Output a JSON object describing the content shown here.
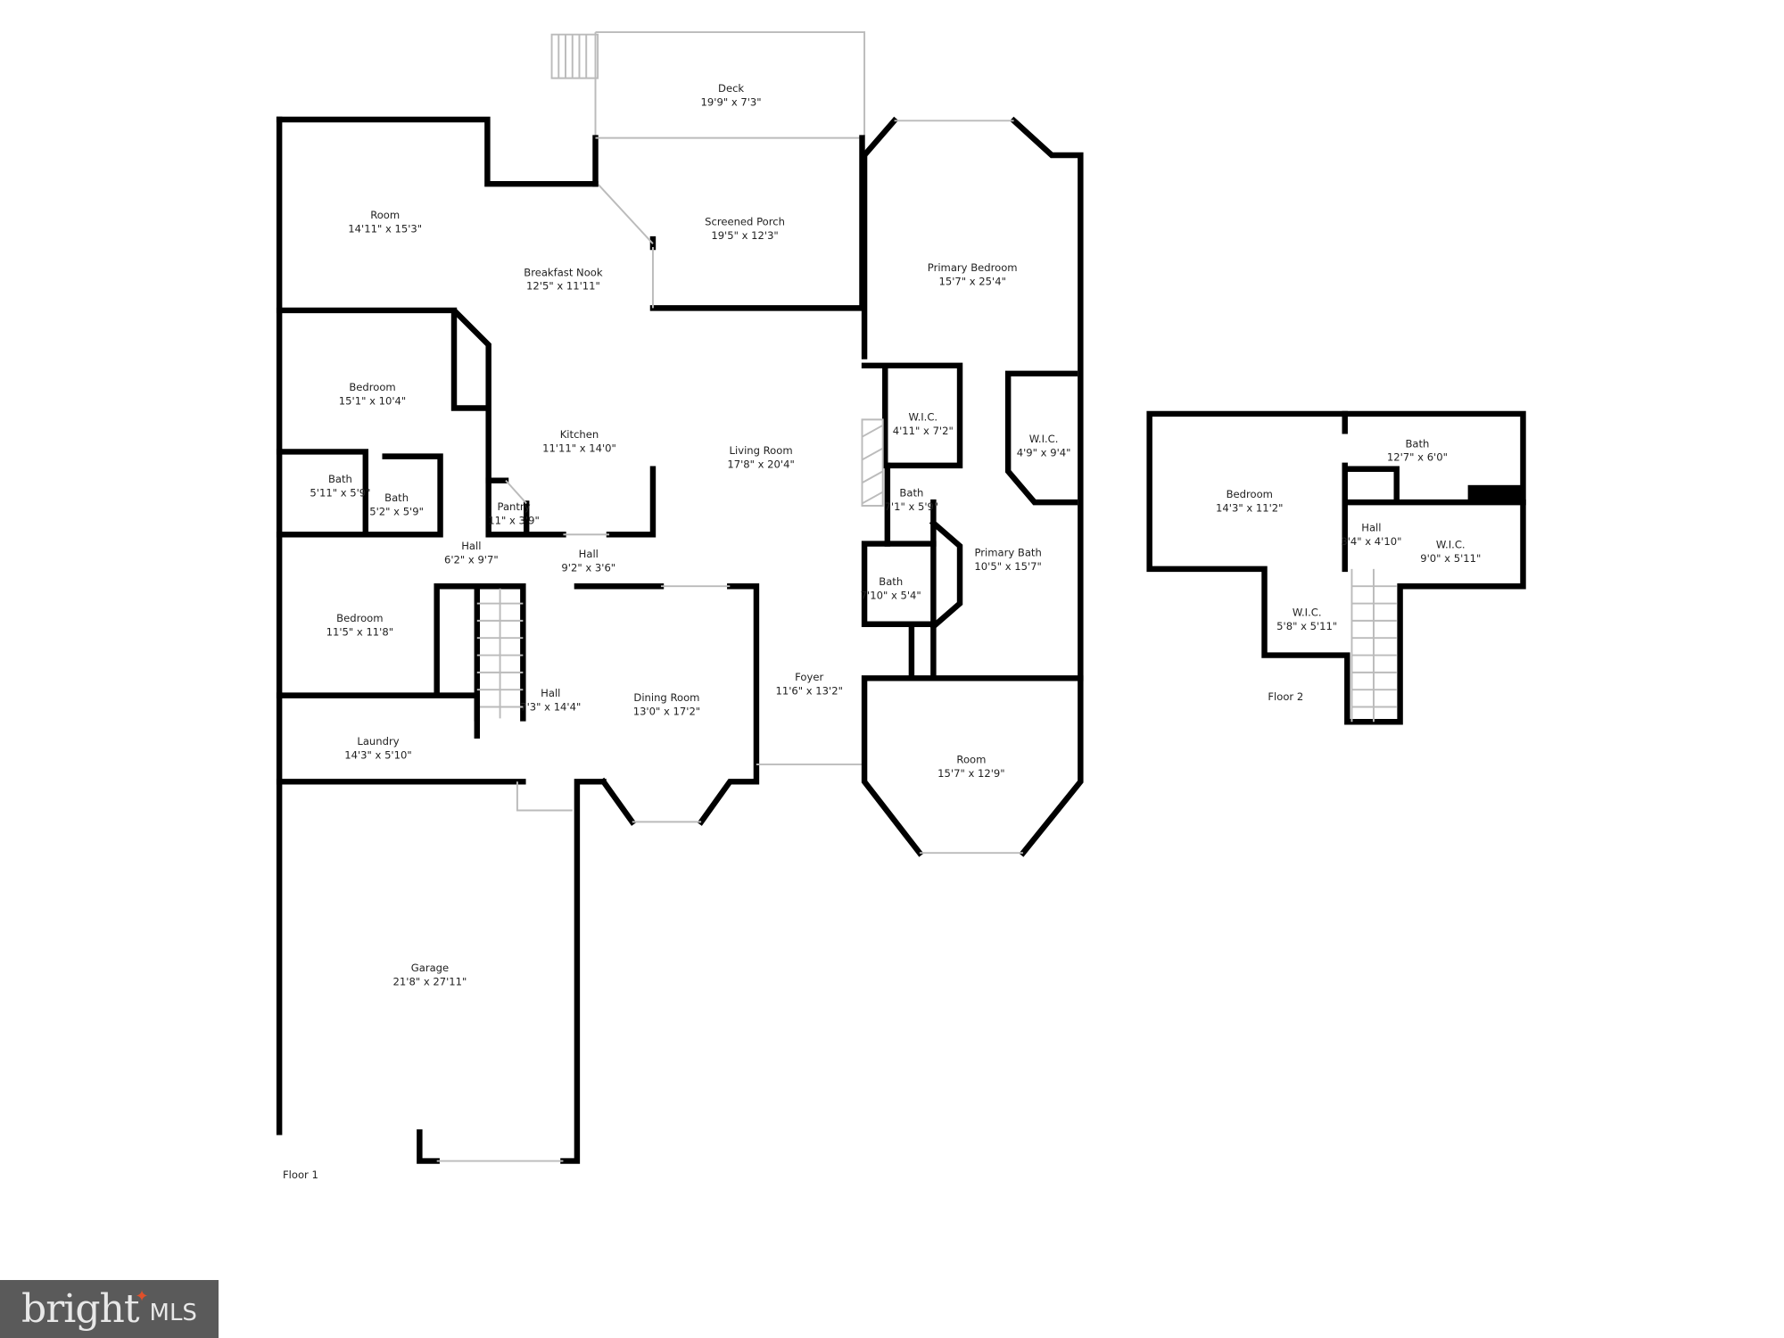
{
  "floor1": {
    "label": "Floor 1",
    "rooms": [
      {
        "name": "Deck",
        "dims": "19'9\" x 7'3\""
      },
      {
        "name": "Room",
        "dims": "14'11\" x 15'3\""
      },
      {
        "name": "Screened Porch",
        "dims": "19'5\" x 12'3\""
      },
      {
        "name": "Breakfast Nook",
        "dims": "12'5\" x 11'11\""
      },
      {
        "name": "Primary Bedroom",
        "dims": "15'7\" x 25'4\""
      },
      {
        "name": "Bedroom",
        "dims": "15'1\" x 10'4\""
      },
      {
        "name": "Kitchen",
        "dims": "11'11\" x 14'0\""
      },
      {
        "name": "Living Room",
        "dims": "17'8\" x 20'4\""
      },
      {
        "name": "W.I.C.",
        "dims": "4'11\" x 7'2\""
      },
      {
        "name": "W.I.C.",
        "dims": "4'9\" x 9'4\""
      },
      {
        "name": "Bath",
        "dims": "5'11\" x 5'9\""
      },
      {
        "name": "Bath",
        "dims": "5'2\" x 5'9\""
      },
      {
        "name": "Pantry",
        "dims": "11\" x 3'9\""
      },
      {
        "name": "Bath",
        "dims": "7'1\" x 5'9\""
      },
      {
        "name": "Hall",
        "dims": "6'2\" x 9'7\""
      },
      {
        "name": "Hall",
        "dims": "9'2\" x 3'6\""
      },
      {
        "name": "Primary Bath",
        "dims": "10'5\" x 15'7\""
      },
      {
        "name": "Bath",
        "dims": "7'10\" x 5'4\""
      },
      {
        "name": "Bedroom",
        "dims": "11'5\" x 11'8\""
      },
      {
        "name": "Foyer",
        "dims": "11'6\" x 13'2\""
      },
      {
        "name": "Hall",
        "dims": "7'3\" x 14'4\""
      },
      {
        "name": "Dining Room",
        "dims": "13'0\" x 17'2\""
      },
      {
        "name": "Laundry",
        "dims": "14'3\" x 5'10\""
      },
      {
        "name": "Room",
        "dims": "15'7\" x 12'9\""
      },
      {
        "name": "Garage",
        "dims": "21'8\" x 27'11\""
      }
    ]
  },
  "floor2": {
    "label": "Floor 2",
    "rooms": [
      {
        "name": "Bedroom",
        "dims": "14'3\" x 11'2\""
      },
      {
        "name": "Bath",
        "dims": "12'7\" x 6'0\""
      },
      {
        "name": "Hall",
        "dims": "3'4\" x 4'10\""
      },
      {
        "name": "W.I.C.",
        "dims": "9'0\" x 5'11\""
      },
      {
        "name": "W.I.C.",
        "dims": "5'8\" x 5'11\""
      }
    ]
  },
  "logo": {
    "brand": "bright",
    "suffix": "MLS",
    "accent_color": "#e0502a",
    "background": "#5a5a5a"
  }
}
